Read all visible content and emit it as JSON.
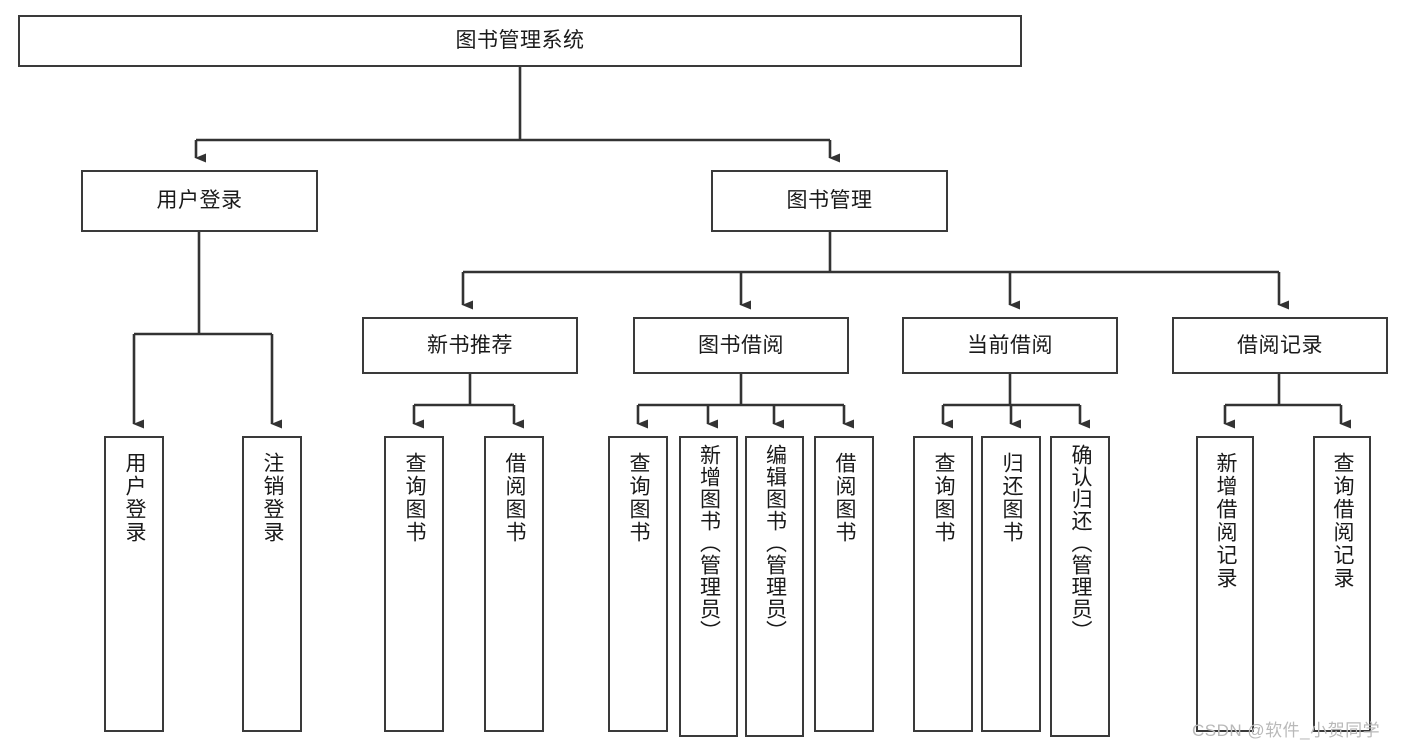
{
  "diagram": {
    "title": "图书管理系统",
    "type": "tree",
    "orientation": "top-down",
    "colors": {
      "box_border": "#3a3a3a",
      "box_fill": "#ffffff",
      "edge": "#333333",
      "text": "#1a1a1a",
      "watermark": "#b9b9b9",
      "background": "#ffffff"
    }
  },
  "nodes": {
    "root": {
      "label": "图书管理系统"
    },
    "level2": [
      {
        "id": "user-login",
        "label": "用户登录"
      },
      {
        "id": "book-management",
        "label": "图书管理"
      }
    ],
    "level3": [
      {
        "id": "new-book-recommend",
        "label": "新书推荐"
      },
      {
        "id": "book-borrow",
        "label": "图书借阅"
      },
      {
        "id": "current-borrow",
        "label": "当前借阅"
      },
      {
        "id": "borrow-record",
        "label": "借阅记录"
      }
    ],
    "leaves": {
      "user-login": [
        {
          "id": "leaf-user-login",
          "label": "用户登录"
        },
        {
          "id": "leaf-logout-login",
          "label": "注销登录"
        }
      ],
      "new-book-recommend": [
        {
          "id": "leaf-query-book-1",
          "label": "查询图书"
        },
        {
          "id": "leaf-borrow-book-1",
          "label": "借阅图书"
        }
      ],
      "book-borrow": [
        {
          "id": "leaf-query-book-2",
          "label": "查询图书"
        },
        {
          "id": "leaf-add-book",
          "label": "新增图书（管理员）"
        },
        {
          "id": "leaf-edit-book",
          "label": "编辑图书（管理员）"
        },
        {
          "id": "leaf-borrow-book-2",
          "label": "借阅图书"
        }
      ],
      "current-borrow": [
        {
          "id": "leaf-query-book-3",
          "label": "查询图书"
        },
        {
          "id": "leaf-return-book",
          "label": "归还图书"
        },
        {
          "id": "leaf-confirm-return",
          "label": "确认归还（管理员）"
        }
      ],
      "borrow-record": [
        {
          "id": "leaf-add-record",
          "label": "新增借阅记录"
        },
        {
          "id": "leaf-query-record",
          "label": "查询借阅记录"
        }
      ]
    }
  },
  "watermark": {
    "text": "CSDN @软件_小贺同学"
  }
}
